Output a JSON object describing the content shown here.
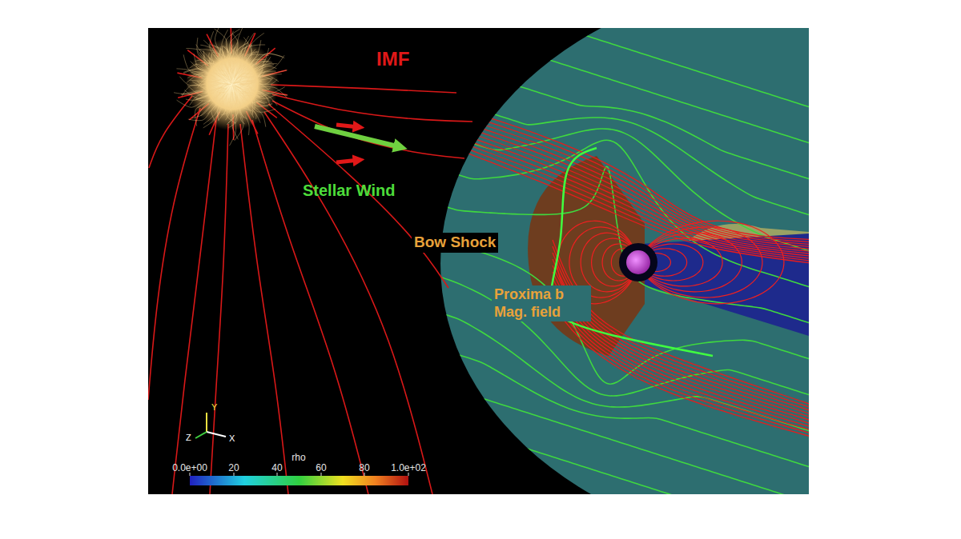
{
  "diagram": {
    "labels": [
      "IMF",
      "Stellar Wind",
      "Bow Shock",
      "Proxima b Mag. field",
      "Y",
      "Z",
      "X",
      "rho",
      "0.0e+00",
      "20",
      "40",
      "60",
      "80",
      "1.0e+02"
    ]
  }
}
